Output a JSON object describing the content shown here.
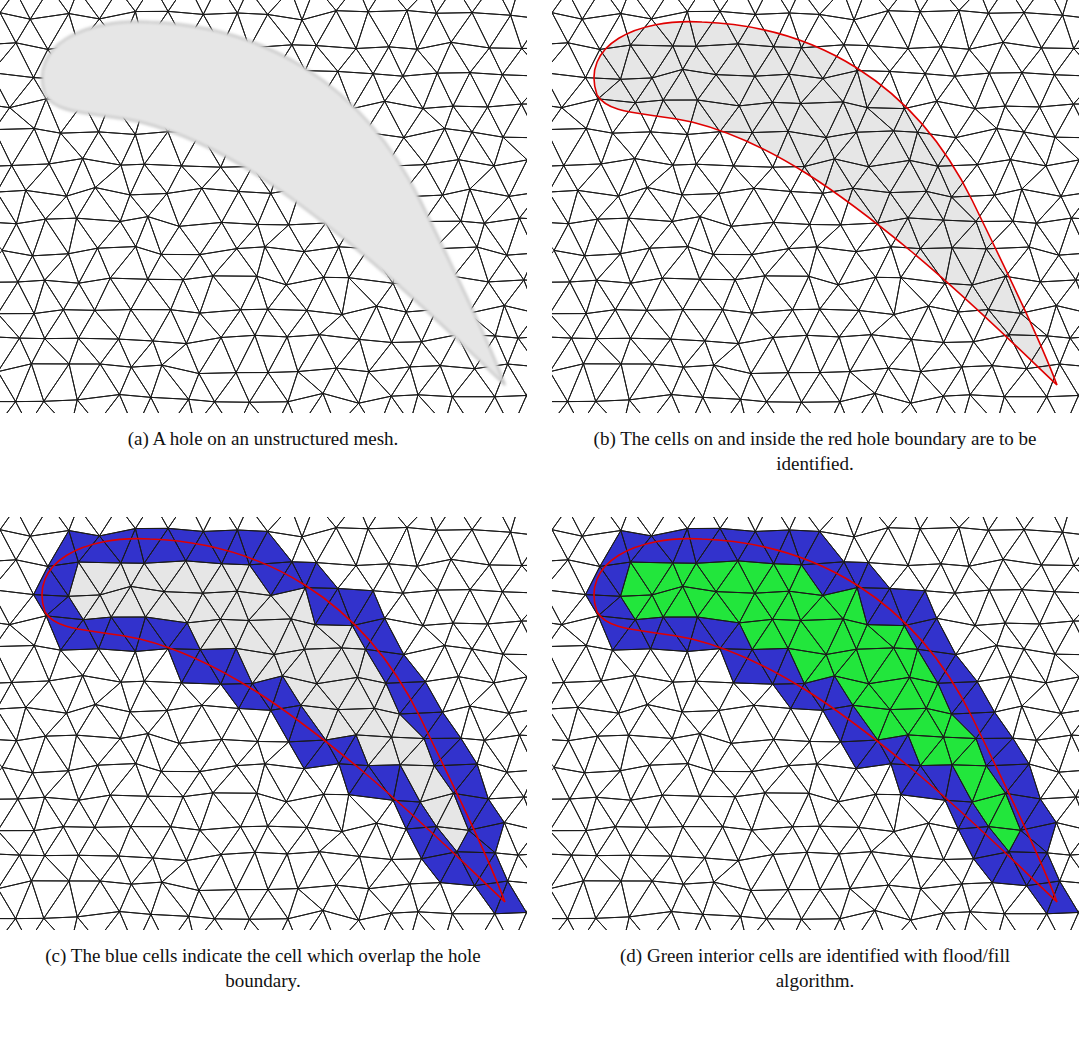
{
  "diagram": {
    "labels": [
      "(a) A hole on an unstructured mesh.",
      "(b) The cells on and inside the red hole boundary are to be identified.",
      "(c) The blue cells indicate the cell which overlap the hole boundary.",
      "(d) Green interior cells are identified with flood/fill algorithm."
    ]
  }
}
